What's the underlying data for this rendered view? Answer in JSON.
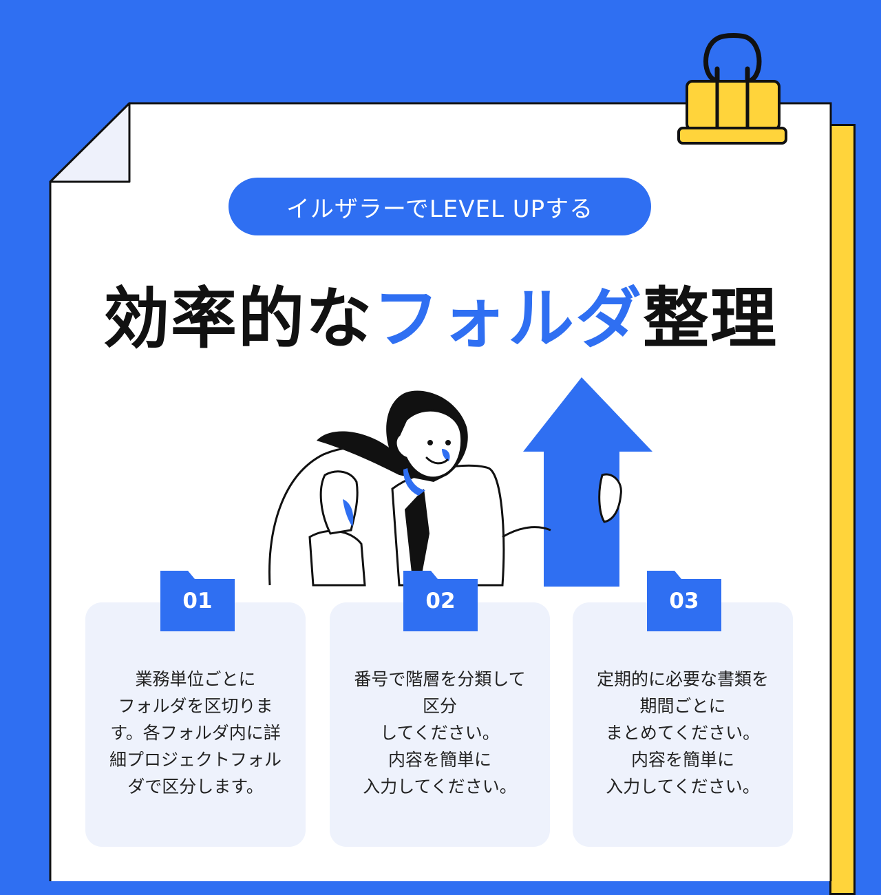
{
  "badge": {
    "label": "イルザラーでLEVEL UPする"
  },
  "title": {
    "part1": "効率的な",
    "accent": "フォルダ",
    "part2": "整理"
  },
  "colors": {
    "background": "#2f6ff2",
    "accent": "#2f6ff2",
    "clip": "#ffd43b",
    "card": "#eef2fc",
    "paper": "#ffffff"
  },
  "icons": {
    "clip": "binder-clip-icon",
    "arrow": "up-arrow-icon",
    "folder": "folder-icon"
  },
  "cards": [
    {
      "number": "01",
      "text": "業務単位ごとに\nフォルダを区切りま\nす。各フォルダ内に詳\n細プロジェクトフォル\nダで区分します。"
    },
    {
      "number": "02",
      "text": "番号で階層を分類して\n区分\nしてください。\n内容を簡単に\n入力してください。"
    },
    {
      "number": "03",
      "text": "定期的に必要な書類を\n期間ごとに\nまとめてください。\n内容を簡単に\n入力してください。"
    }
  ]
}
